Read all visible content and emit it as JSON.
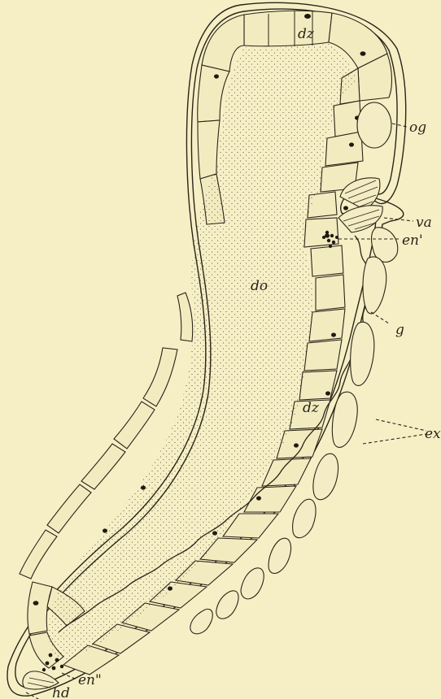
{
  "figure": {
    "background": "#f6efc6",
    "ink": "#2a2418",
    "labels": {
      "og": "og",
      "va": "va",
      "en_prime": "en'",
      "g": "g",
      "ex": "ex",
      "do": "do",
      "dz_top": "dz",
      "dz_mid": "dz",
      "en_double_prime": "en\"",
      "hd": "hd"
    }
  }
}
